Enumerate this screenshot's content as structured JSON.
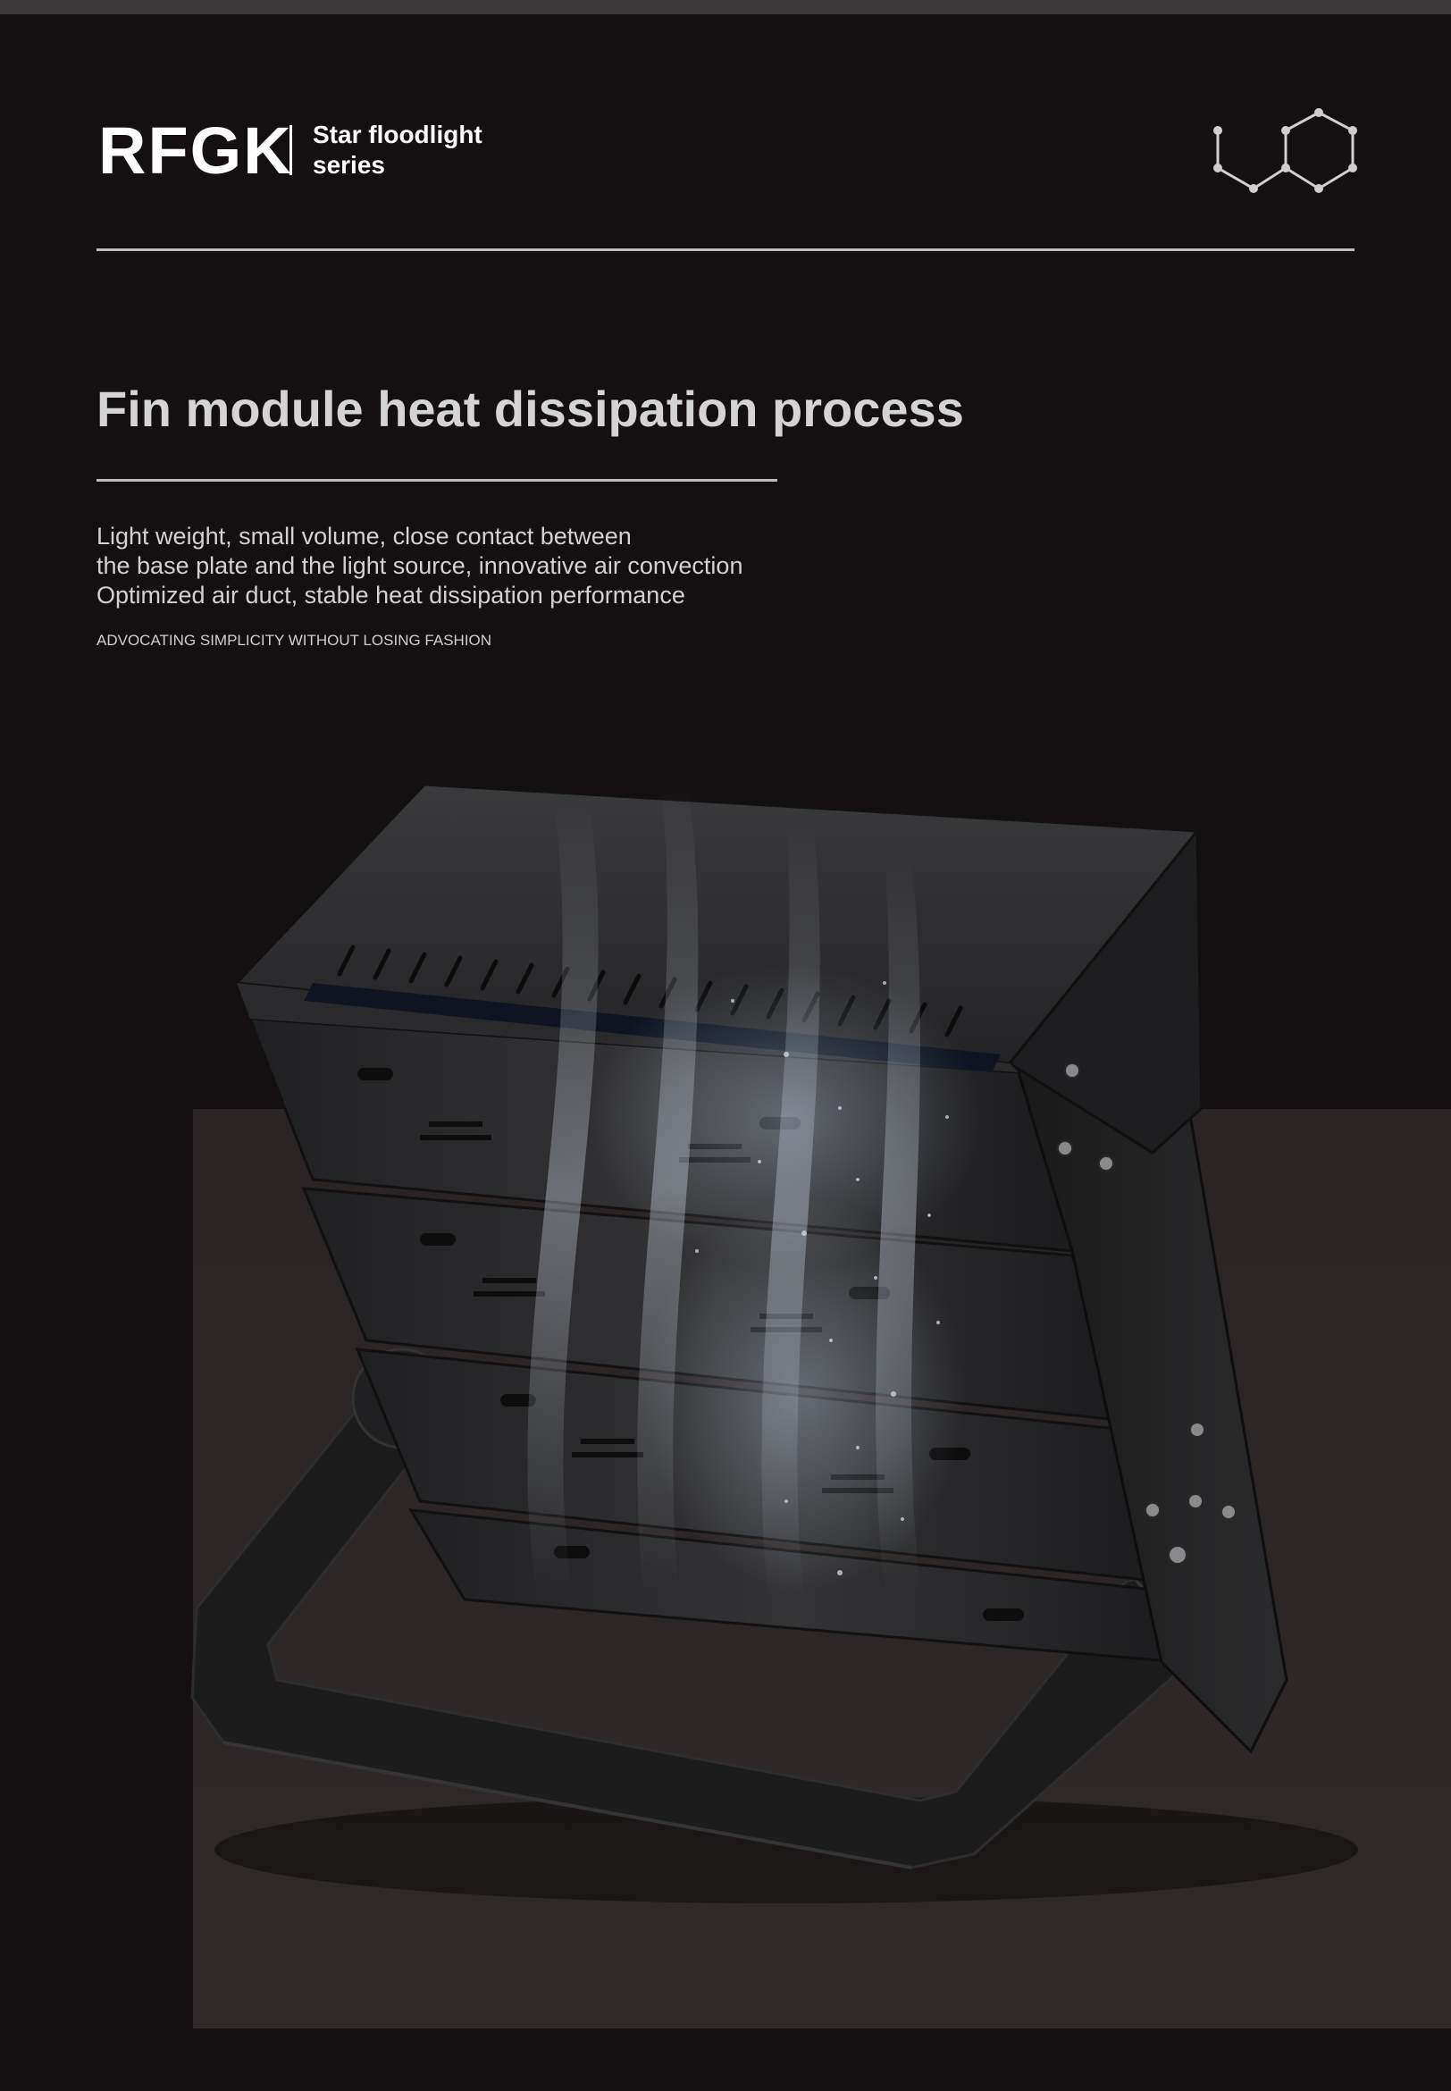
{
  "brand": {
    "name": "RFGK",
    "series_line1": "Star floodlight",
    "series_line2": "series"
  },
  "icons": {
    "logo": "hexagon-molecule-icon"
  },
  "heading": "Fin module heat dissipation process",
  "description": [
    "Light weight, small volume, close contact between",
    "the base plate and the light source, innovative air convection",
    "Optimized air duct, stable heat dissipation performance"
  ],
  "tagline": "ADVOCATING SIMPLICITY WITHOUT LOSING FASHION",
  "colors": {
    "background": "#140f10",
    "stage": "#2b2526",
    "accent_line": "#bdbdbd",
    "text": "#d4d4d4"
  }
}
